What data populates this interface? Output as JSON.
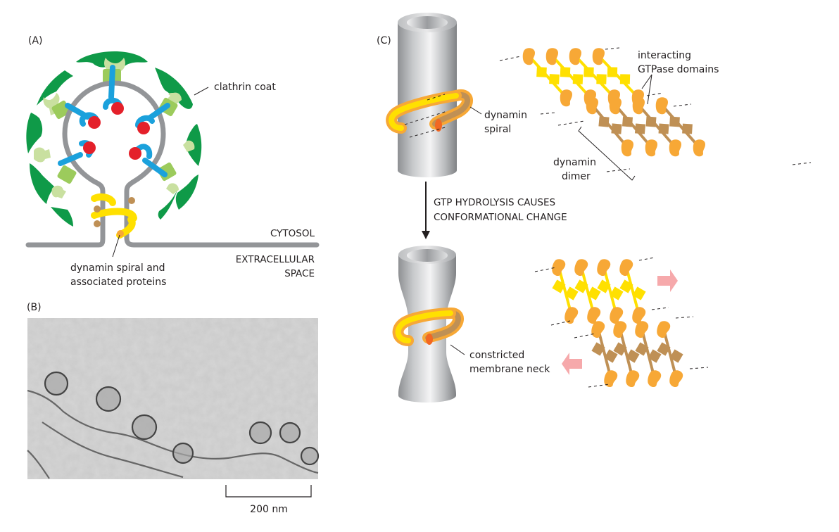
{
  "figure": {
    "panel_a": {
      "label": "(A)",
      "clathrin_coat": "clathrin coat",
      "dynamin_line1": "dynamin spiral and",
      "dynamin_line2": "associated proteins",
      "cytosol": "CYTOSOL",
      "extracellular_line1": "EXTRACELLULAR",
      "extracellular_line2": "SPACE"
    },
    "panel_b": {
      "label": "(B)",
      "scale_bar": "200 nm"
    },
    "panel_c": {
      "label": "(C)",
      "dynamin_spiral_line1": "dynamin",
      "dynamin_spiral_line2": "spiral",
      "interacting_line1": "interacting",
      "interacting_line2": "GTPase domains",
      "dimer_line1": "dynamin",
      "dimer_line2": "dimer",
      "arrow_line1": "GTP HYDROLYSIS CAUSES",
      "arrow_line2": "CONFORMATIONAL CHANGE",
      "constricted_line1": "constricted",
      "constricted_line2": "membrane neck"
    },
    "colors": {
      "clathrin_dark": "#0f9a48",
      "clathrin_light": "#c9e0a0",
      "adaptor": "#9ccb5c",
      "receptor": "#1ba1dc",
      "cargo": "#e4202a",
      "membrane": "#939598",
      "dynamin_yellow": "#ffe000",
      "dynamin_orange": "#f7a836",
      "dynamin_tan": "#bf9055",
      "motion_arrow": "#f6a9ab"
    }
  }
}
